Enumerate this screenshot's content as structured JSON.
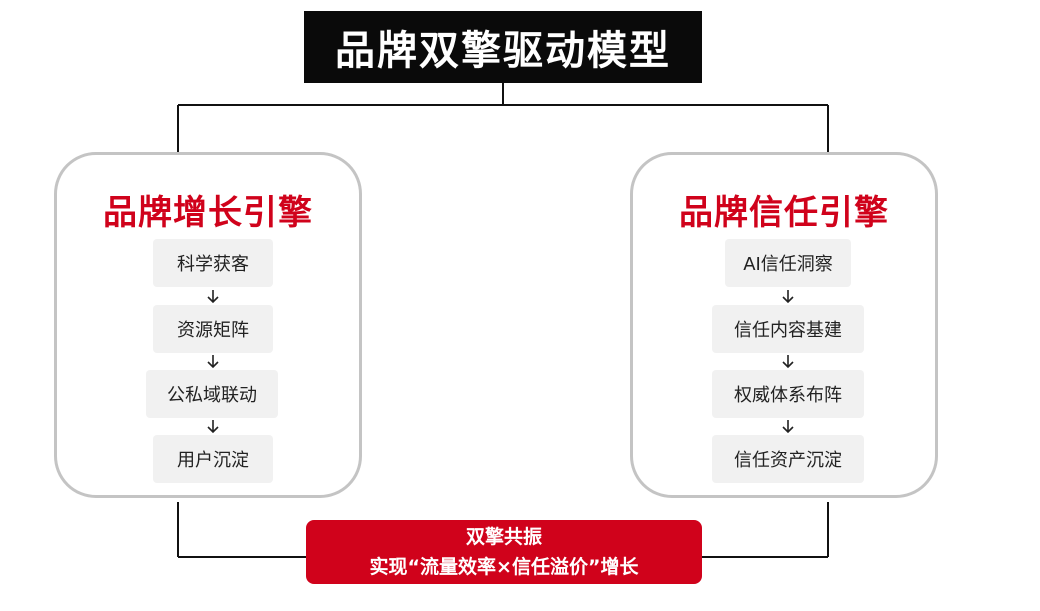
{
  "title": "品牌双擎驱动模型",
  "left_engine": {
    "title": "品牌增长引擎",
    "steps": [
      "科学获客",
      "资源矩阵",
      "公私域联动",
      "用户沉淀"
    ]
  },
  "right_engine": {
    "title": "品牌信任引擎",
    "steps": [
      "AI信任洞察",
      "信任内容基建",
      "权威体系布阵",
      "信任资产沉淀"
    ]
  },
  "resonance": {
    "line1": "双擎共振",
    "line2": "实现“流量效率×信任溢价”增长"
  },
  "colors": {
    "accent_red": "#d0021b",
    "title_bg": "#0a0a0a",
    "box_border": "#c4c4c4",
    "step_bg": "#f1f1f1"
  }
}
